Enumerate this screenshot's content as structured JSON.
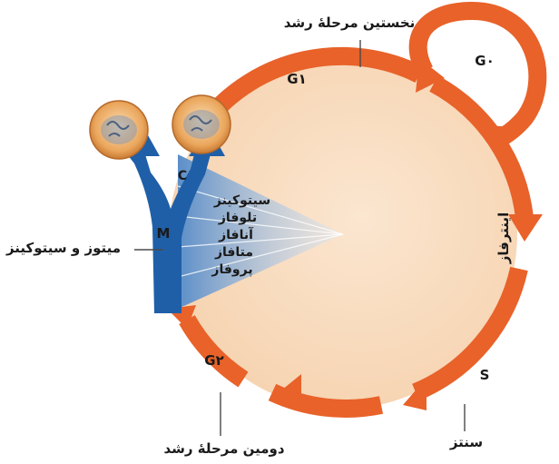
{
  "labels": {
    "growth1": "نخستین مرحلهٔ رشد",
    "growth2": "دومین مرحلهٔ رشد",
    "mitosis_cytokinesis": "میتوز و سیتوکینز",
    "synthesis": "سنتز",
    "interphase": "اینترفاز",
    "g0": "G۰",
    "g1": "G۱",
    "g2": "G۲",
    "s": "S",
    "m": "M",
    "c": "C"
  },
  "phases": [
    "سیتوکینز",
    "تلوفاز",
    "آنافاز",
    "متافاز",
    "پروفاز"
  ],
  "colors": {
    "arrow": "#e8622a",
    "interphase_fill": "#f8dcc0",
    "mitosis": "#1f5fa8",
    "fan": "#7fa9d8",
    "cell": "#e9a85f"
  }
}
